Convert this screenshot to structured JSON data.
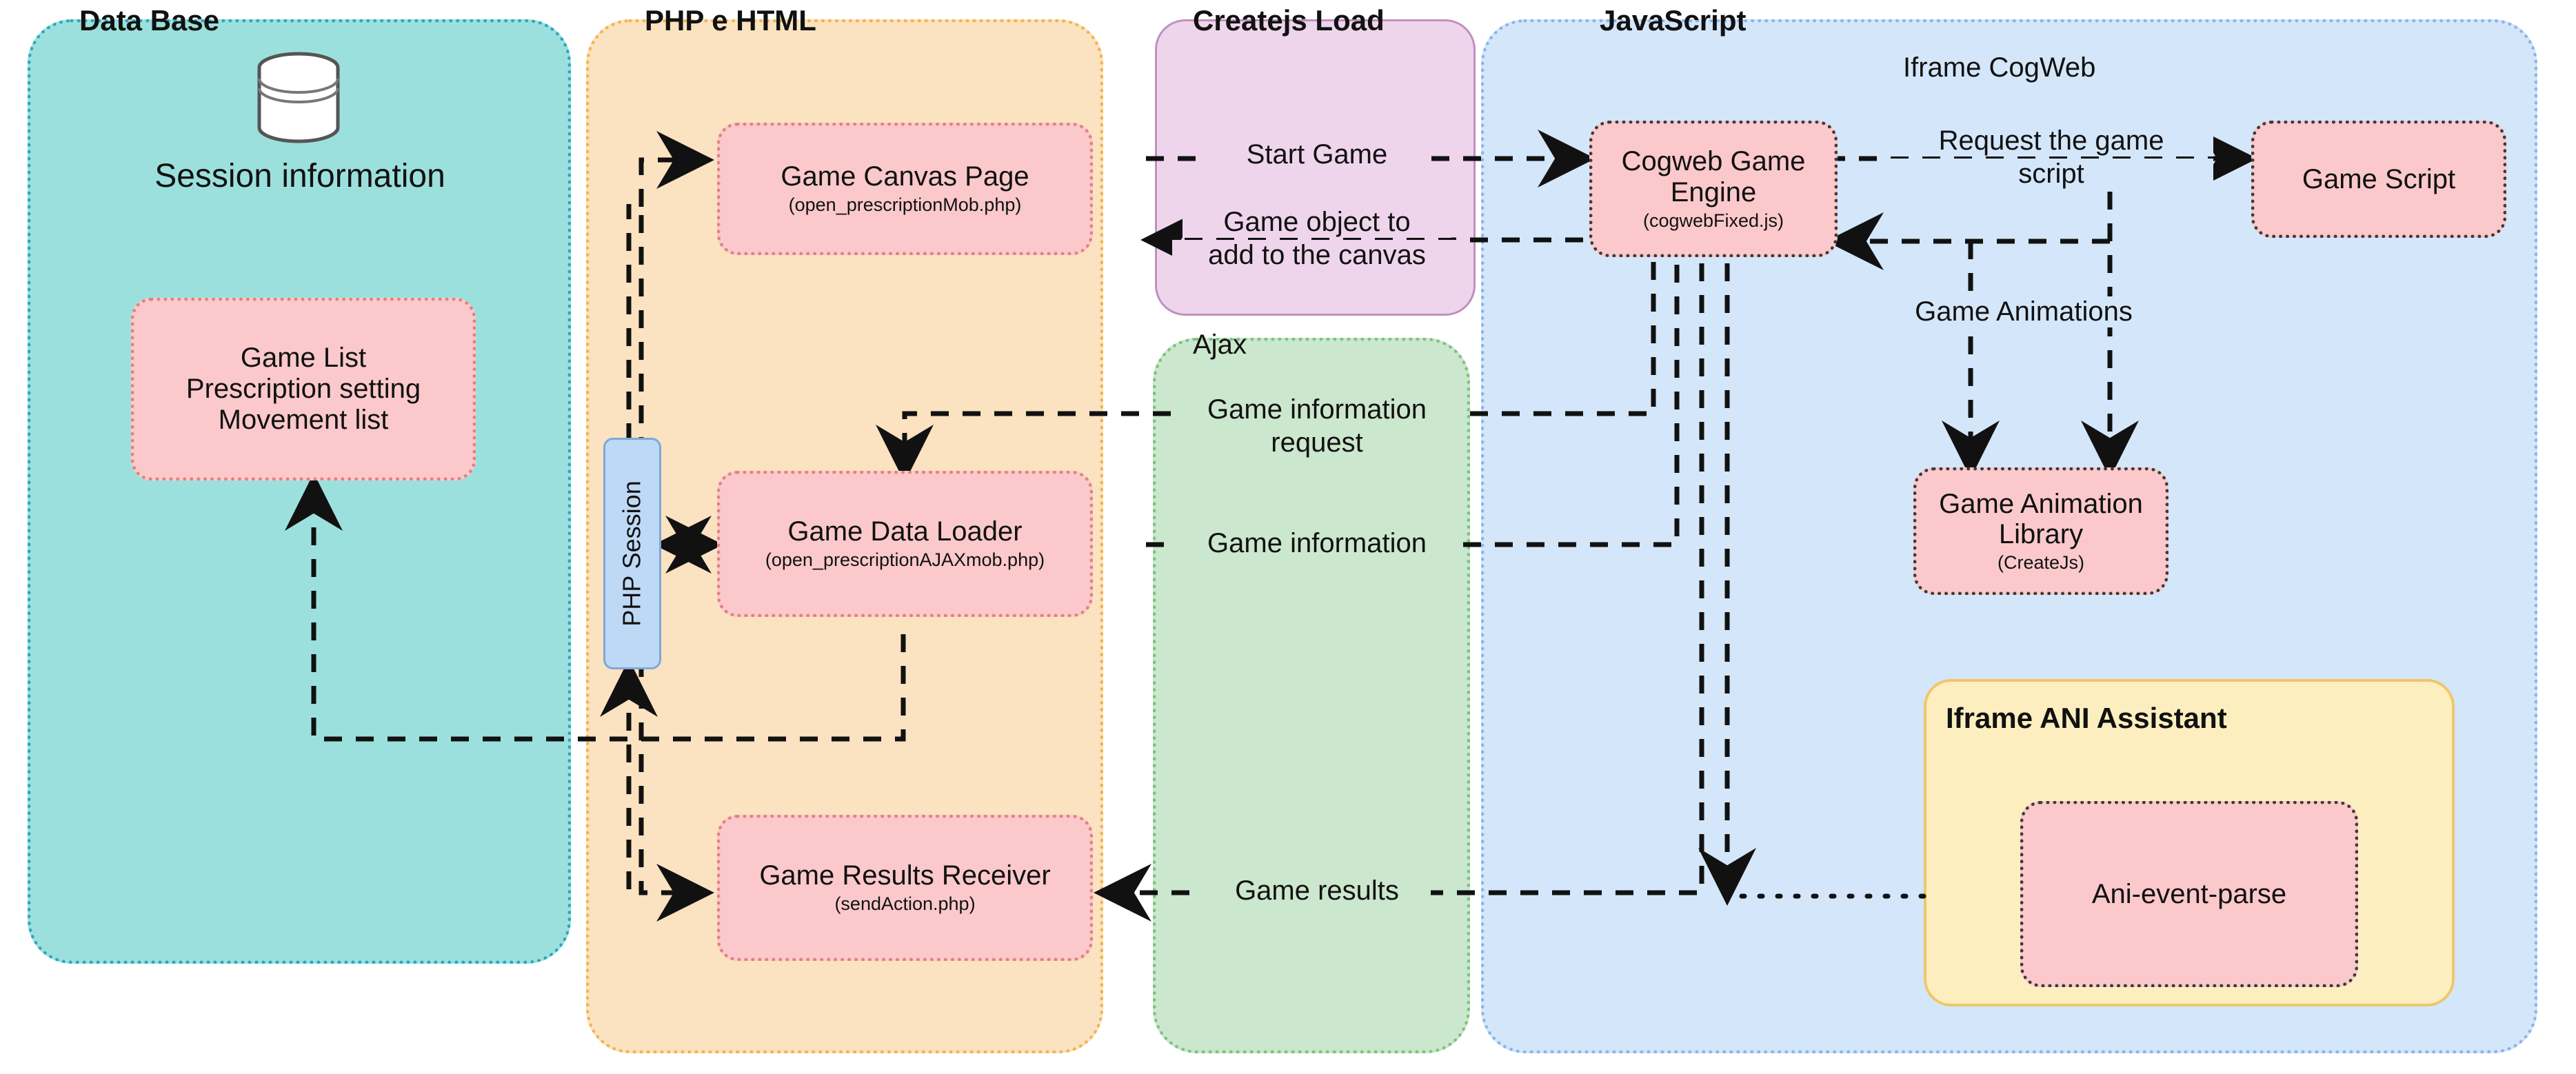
{
  "diagram": {
    "title": "CogWeb game platform architecture",
    "groups": [
      {
        "key": "database",
        "label": "Data Base",
        "color": "#9ce0dd",
        "border": "#2aa8bf"
      },
      {
        "key": "php_html",
        "label": "PHP e HTML",
        "color": "#fbe2c0",
        "border": "#f0b64c"
      },
      {
        "key": "createjs",
        "label": "Createjs Load",
        "color": "#eed5ec",
        "border": "#c090c0"
      },
      {
        "key": "ajax",
        "label": "Ajax",
        "color": "#cbe7cd",
        "border": "#7cc47f"
      },
      {
        "key": "javascript",
        "label": "JavaScript",
        "color": "#d4e6f9",
        "border": "#8ab6e8"
      },
      {
        "key": "iframe_cogweb",
        "label": "Iframe CogWeb"
      },
      {
        "key": "iframe_ani",
        "label": "Iframe ANI Assistant",
        "color": "#fdeec0",
        "border": "#f0c66a"
      }
    ],
    "nodes": [
      {
        "key": "session_info",
        "title": "Session information",
        "subtitle": "",
        "group": "database"
      },
      {
        "key": "game_list",
        "title": "Game List\nPrescription setting\nMovement list",
        "subtitle": "",
        "group": "database"
      },
      {
        "key": "game_canvas",
        "title": "Game Canvas Page",
        "subtitle": "(open_prescriptionMob.php)",
        "group": "php_html"
      },
      {
        "key": "php_session",
        "title": "PHP Session",
        "subtitle": "",
        "group": "php_html"
      },
      {
        "key": "game_data_loader",
        "title": "Game Data Loader",
        "subtitle": "(open_prescriptionAJAXmob.php)",
        "group": "php_html"
      },
      {
        "key": "game_results",
        "title": "Game Results Receiver",
        "subtitle": "(sendAction.php)",
        "group": "php_html"
      },
      {
        "key": "cogweb_engine",
        "title": "Cogweb Game\nEngine",
        "subtitle": "(cogwebFixed.js)",
        "group": "javascript"
      },
      {
        "key": "game_script",
        "title": "Game Script",
        "subtitle": "",
        "group": "iframe_cogweb"
      },
      {
        "key": "anim_library",
        "title": "Game Animation\nLibrary",
        "subtitle": "(CreateJs)",
        "group": "iframe_cogweb"
      },
      {
        "key": "ani_event_parse",
        "title": "Ani-event-parse",
        "subtitle": "",
        "group": "iframe_ani"
      }
    ],
    "edges": [
      {
        "key": "start_game",
        "label": "Start Game"
      },
      {
        "key": "game_object",
        "label": "Game object to\nadd to the canvas"
      },
      {
        "key": "game_info_request",
        "label": "Game information\nrequest"
      },
      {
        "key": "game_information",
        "label": "Game information"
      },
      {
        "key": "game_results_flow",
        "label": "Game results"
      },
      {
        "key": "request_game_script",
        "label": "Request the game\nscript"
      },
      {
        "key": "game_animations",
        "label": "Game Animations"
      }
    ],
    "db_labels": {
      "session_information": "Session information",
      "game_list": "Game List",
      "prescription_setting": "Prescription setting",
      "movement_list": "Movement list"
    },
    "node_text": {
      "game_canvas_title": "Game Canvas Page",
      "game_canvas_sub": "(open_prescriptionMob.php)",
      "php_session": "PHP Session",
      "game_data_loader_title": "Game Data Loader",
      "game_data_loader_sub": "(open_prescriptionAJAXmob.php)",
      "game_results_title": "Game Results Receiver",
      "game_results_sub": "(sendAction.php)",
      "cogweb_title_l1": "Cogweb Game",
      "cogweb_title_l2": "Engine",
      "cogweb_sub": "(cogwebFixed.js)",
      "game_script": "Game Script",
      "anim_lib_l1": "Game Animation",
      "anim_lib_l2": "Library",
      "anim_lib_sub": "(CreateJs)",
      "ani_event_parse": "Ani-event-parse"
    },
    "edge_labels": {
      "start_game": "Start Game",
      "game_object_l1": "Game object to",
      "game_object_l2": "add to the canvas",
      "game_info_request_l1": "Game information",
      "game_info_request_l2": "request",
      "game_information": "Game information",
      "game_results": "Game results",
      "request_script_l1": "Request the game",
      "request_script_l2": "script",
      "game_animations": "Game Animations"
    },
    "group_labels": {
      "database": "Data Base",
      "php_html": "PHP e HTML",
      "createjs": "Createjs Load",
      "ajax": "Ajax",
      "javascript": "JavaScript",
      "iframe_cogweb": "Iframe CogWeb",
      "iframe_ani": "Iframe ANI Assistant"
    }
  }
}
